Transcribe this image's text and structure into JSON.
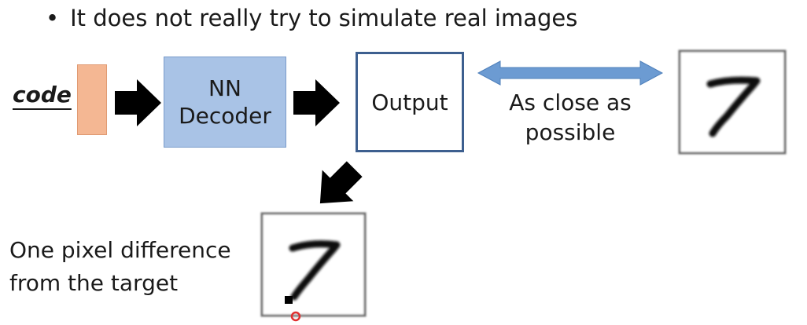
{
  "bullet": {
    "symbol": "•",
    "text": "It does not really try to simulate real images"
  },
  "code_label": "code",
  "decoder": {
    "line1": "NN",
    "line2": "Decoder"
  },
  "output_label": "Output",
  "comparison": {
    "line1": "As close as",
    "line2": "possible"
  },
  "difference": {
    "line1": "One pixel difference",
    "line2": "from the target"
  },
  "colors": {
    "code_bar": "#f4b793",
    "decoder_fill": "#a9c3e6",
    "output_border": "#3d5f8f",
    "double_arrow": "#6c9bd2",
    "arrow": "#000000",
    "cursor": "#e03030"
  },
  "icons": {
    "target_digit": "digit-seven-image",
    "generated_digit": "digit-seven-with-extra-pixel-image",
    "cursor": "pointer-circle-icon"
  }
}
